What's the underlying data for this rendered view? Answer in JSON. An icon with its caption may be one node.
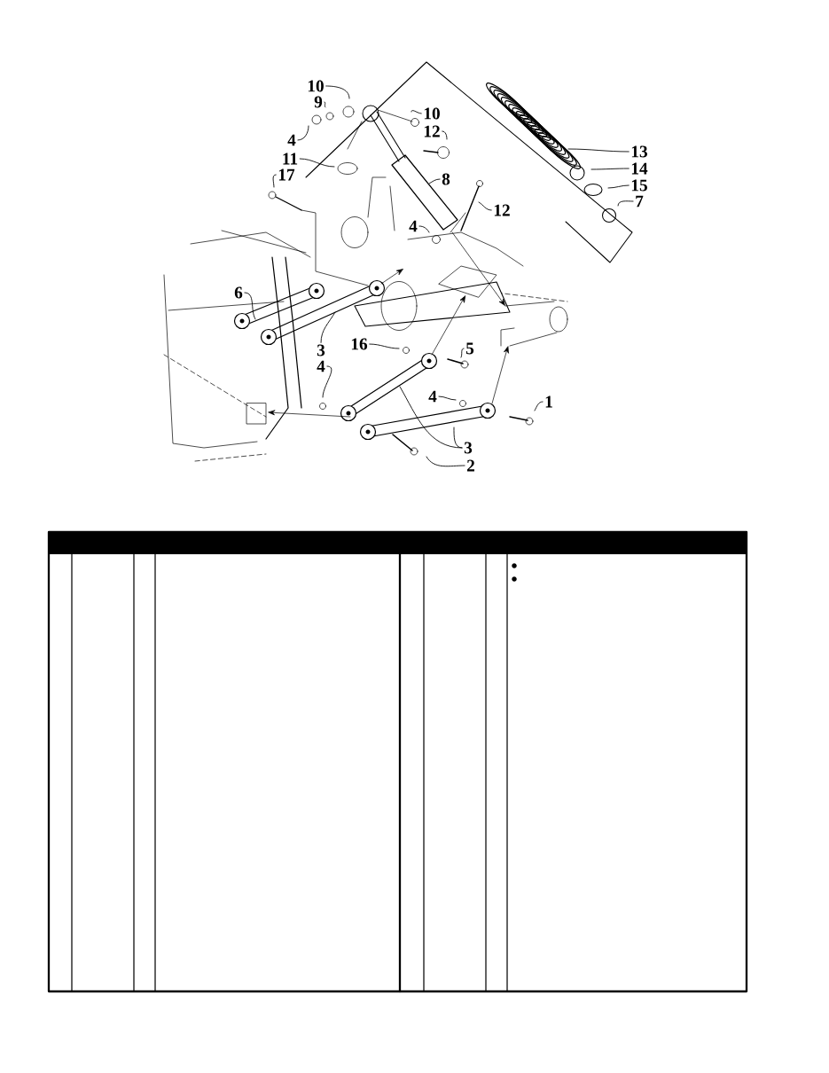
{
  "diagram": {
    "nodes": [
      {
        "text": [
          "10"
        ]
      },
      {
        "text": [
          "9"
        ]
      },
      {
        "text": [
          "4"
        ]
      },
      {
        "text": [
          "10"
        ]
      },
      {
        "text": [
          "12"
        ]
      },
      {
        "text": [
          "11"
        ]
      },
      {
        "text": [
          "17"
        ]
      },
      {
        "text": [
          "8"
        ]
      },
      {
        "text": [
          "12"
        ]
      },
      {
        "text": [
          "13"
        ]
      },
      {
        "text": [
          "14"
        ]
      },
      {
        "text": [
          "15"
        ]
      },
      {
        "text": [
          "7"
        ]
      },
      {
        "text": [
          "4"
        ]
      },
      {
        "text": [
          "6"
        ]
      },
      {
        "text": [
          "3"
        ]
      },
      {
        "text": [
          "16"
        ]
      },
      {
        "text": [
          "5"
        ]
      },
      {
        "text": [
          "4"
        ]
      },
      {
        "text": [
          "4"
        ]
      },
      {
        "text": [
          "1"
        ]
      },
      {
        "text": [
          "3"
        ]
      },
      {
        "text": [
          "2"
        ]
      }
    ],
    "edges": [
      {
        "from": 0,
        "to": null,
        "arrow": "none"
      },
      {
        "from": 1,
        "to": null,
        "arrow": "none"
      },
      {
        "from": 2,
        "to": null,
        "arrow": "none"
      },
      {
        "from": 3,
        "to": null,
        "arrow": "none"
      },
      {
        "from": 4,
        "to": null,
        "arrow": "none"
      },
      {
        "from": 5,
        "to": null,
        "arrow": "none"
      },
      {
        "from": 6,
        "to": null,
        "arrow": "none"
      },
      {
        "from": 7,
        "to": null,
        "arrow": "none"
      },
      {
        "from": 8,
        "to": null,
        "arrow": "none"
      },
      {
        "from": 9,
        "to": null,
        "arrow": "none"
      },
      {
        "from": 10,
        "to": null,
        "arrow": "none"
      },
      {
        "from": 11,
        "to": null,
        "arrow": "none"
      },
      {
        "from": 12,
        "to": null,
        "arrow": "none"
      },
      {
        "from": 13,
        "to": null,
        "arrow": "none"
      },
      {
        "from": 14,
        "to": null,
        "arrow": "none"
      },
      {
        "from": 15,
        "to": null,
        "arrow": "none"
      },
      {
        "from": 16,
        "to": null,
        "arrow": "none"
      },
      {
        "from": 17,
        "to": null,
        "arrow": "none"
      },
      {
        "from": 18,
        "to": null,
        "arrow": "none"
      },
      {
        "from": 19,
        "to": null,
        "arrow": "none"
      },
      {
        "from": 20,
        "to": null,
        "arrow": "none"
      },
      {
        "from": 21,
        "to": null,
        "arrow": "none"
      },
      {
        "from": 21,
        "to": null,
        "arrow": "none"
      },
      {
        "from": 22,
        "to": null,
        "arrow": "none"
      }
    ]
  }
}
